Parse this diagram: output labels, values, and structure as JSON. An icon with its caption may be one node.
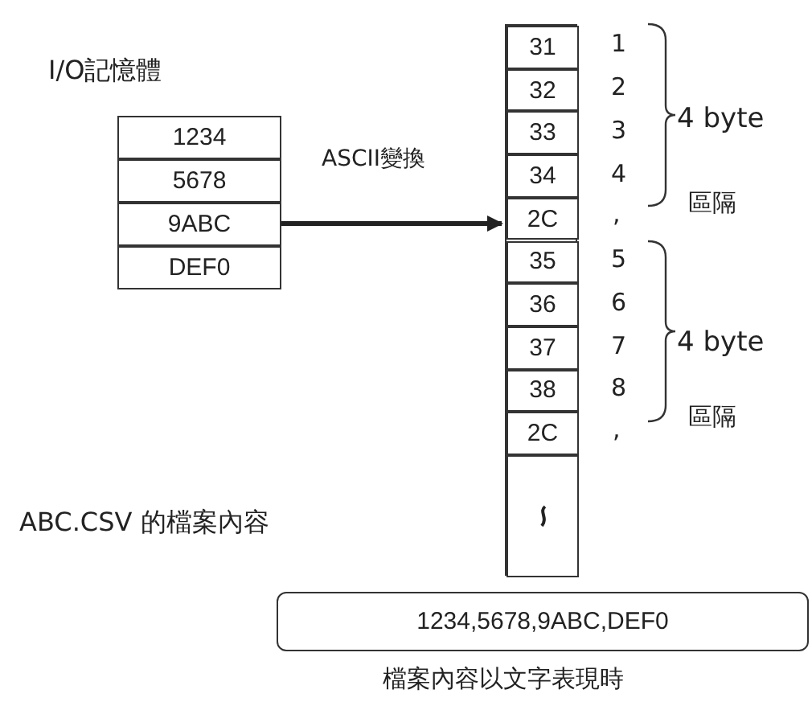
{
  "diagram": {
    "nodes": [
      {
        "text": [
          "I/O記憶體"
        ]
      },
      {
        "text": [
          "1234"
        ],
        "in": 0
      },
      {
        "text": [
          "5678"
        ],
        "in": 0
      },
      {
        "text": [
          "9ABC"
        ],
        "in": 0
      },
      {
        "text": [
          "DEF0"
        ],
        "in": 0
      },
      {
        "text": [],
        "shape": "box"
      },
      {
        "text": [
          "31"
        ],
        "in": 5
      },
      {
        "text": [
          "32"
        ],
        "in": 5
      },
      {
        "text": [
          "33"
        ],
        "in": 5
      },
      {
        "text": [
          "34"
        ],
        "in": 5
      },
      {
        "text": [
          "2C"
        ],
        "in": 5
      },
      {
        "text": [
          "35"
        ],
        "in": 5
      },
      {
        "text": [
          "36"
        ],
        "in": 5
      },
      {
        "text": [
          "37"
        ],
        "in": 5
      },
      {
        "text": [
          "38"
        ],
        "in": 5
      },
      {
        "text": [
          "2C"
        ],
        "in": 5
      },
      {
        "text": [],
        "shape": "box",
        "in": 5
      },
      {
        "text": [
          "1234,5678,9ABC,DEF0"
        ],
        "beside": [
          "檔案內容以文字表現時"
        ]
      }
    ],
    "edges": [
      {
        "from": 0,
        "to": 5,
        "arrow": "to",
        "label": "ASCII變換"
      }
    ],
    "labels": [
      "1",
      "2",
      "3",
      "4 byte",
      "4",
      "區隔",
      ",",
      "5",
      "6",
      "7",
      "4 byte",
      "8",
      "區隔",
      ",",
      "ABC.CSV 的檔案內容"
    ]
  }
}
